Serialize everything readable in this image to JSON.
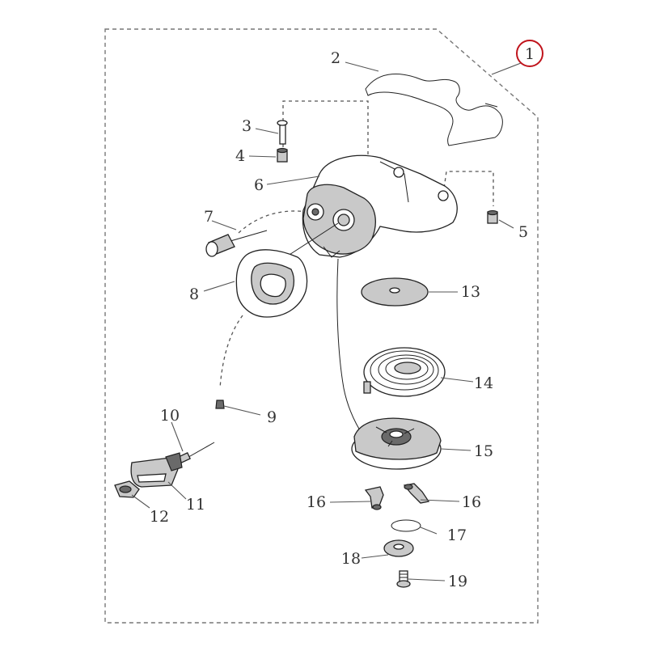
{
  "badge": {
    "label": "1",
    "color": "#c0141c"
  },
  "callouts": {
    "c2": "2",
    "c3": "3",
    "c4": "4",
    "c5": "5",
    "c6": "6",
    "c7": "7",
    "c8": "8",
    "c9": "9",
    "c10": "10",
    "c11": "11",
    "c12": "12",
    "c13": "13",
    "c14": "14",
    "c15": "15",
    "c16a": "16",
    "c16b": "16",
    "c17": "17",
    "c18": "18",
    "c19": "19"
  }
}
